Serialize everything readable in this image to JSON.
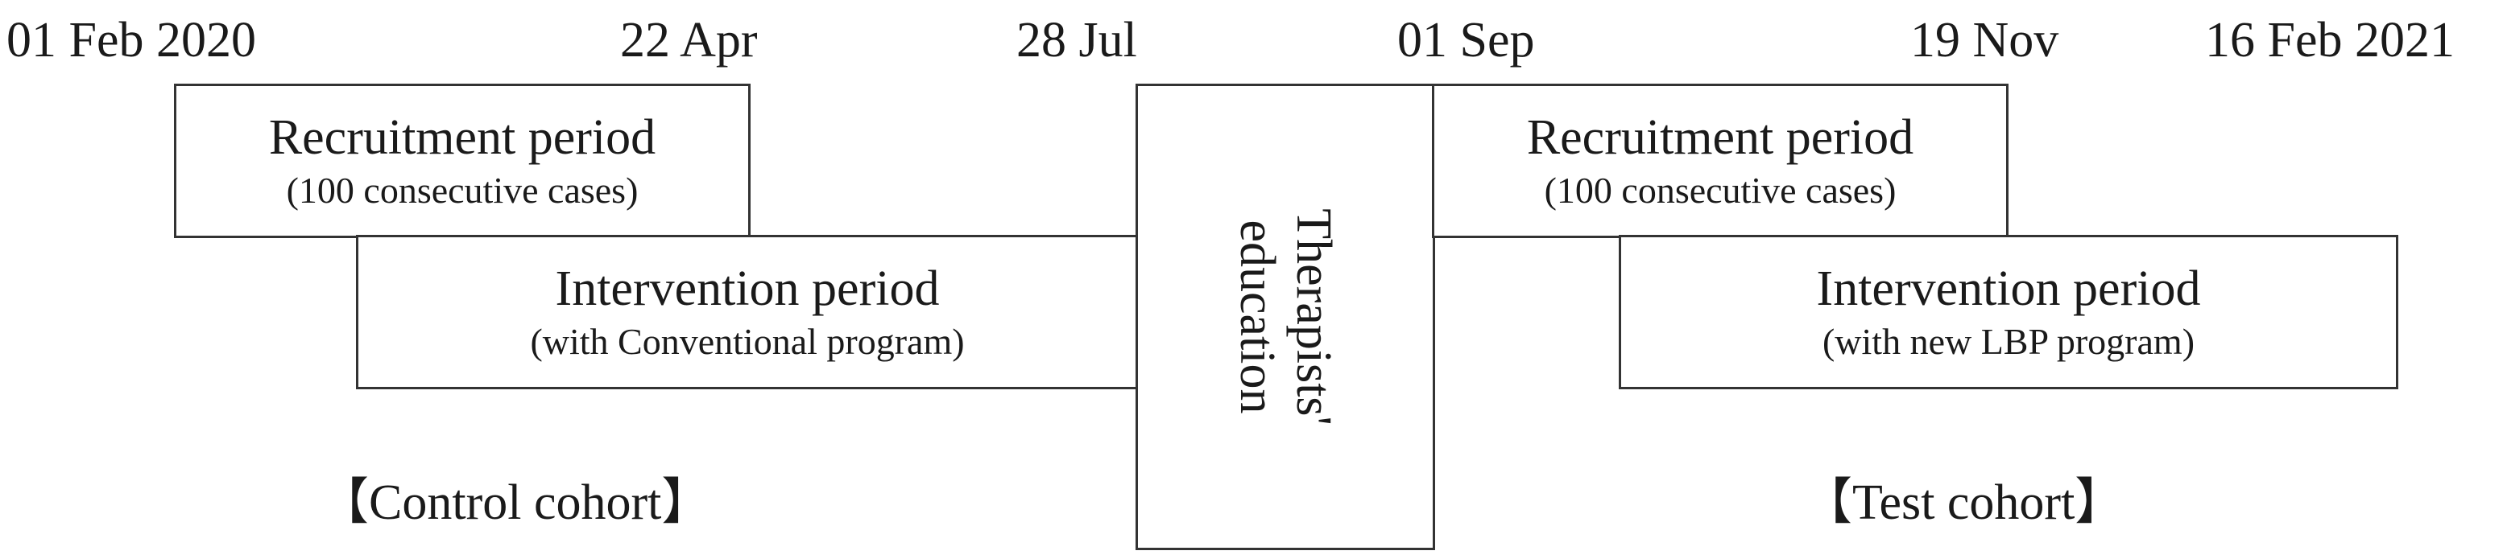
{
  "dates": [
    "01 Feb 2020",
    "22 Apr",
    "28 Jul",
    "01 Sep",
    "19 Nov",
    "16 Feb 2021"
  ],
  "control": {
    "recruitment": {
      "title": "Recruitment period",
      "subtitle": "(100 consecutive cases)"
    },
    "intervention": {
      "title": "Intervention period",
      "subtitle": "(with Conventional program)"
    },
    "cohort_label": "【Control cohort】"
  },
  "education": {
    "label_line1": "Therapists'",
    "label_line2": "education"
  },
  "test": {
    "recruitment": {
      "title": "Recruitment period",
      "subtitle": "(100 consecutive cases)"
    },
    "intervention": {
      "title": "Intervention period",
      "subtitle": "(with new LBP program)"
    },
    "cohort_label": "【Test cohort】"
  }
}
